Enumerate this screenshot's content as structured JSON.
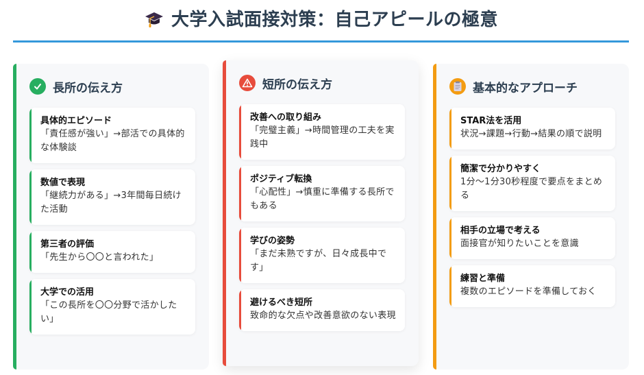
{
  "header": {
    "icon": "graduation-cap-icon",
    "title": "大学入試面接対策：自己アピールの極意"
  },
  "colors": {
    "header_rule": "#3498db",
    "strengths_accent": "#27ae60",
    "weaknesses_accent": "#e74c3c",
    "approach_accent": "#f39c12",
    "column_bg": "#f7f8fa",
    "card_bg": "#ffffff",
    "title_text": "#2c3e50"
  },
  "columns": [
    {
      "icon": "check-circle-icon",
      "title": "長所の伝え方",
      "cards": [
        {
          "title": "具体的エピソード",
          "desc": "「責任感が強い」→部活での具体的な体験談"
        },
        {
          "title": "数値で表現",
          "desc": "「継続力がある」→3年間毎日続けた活動"
        },
        {
          "title": "第三者の評価",
          "desc": "「先生から〇〇と言われた」"
        },
        {
          "title": "大学での活用",
          "desc": "「この長所を〇〇分野で活かしたい」"
        }
      ]
    },
    {
      "icon": "warning-icon",
      "title": "短所の伝え方",
      "cards": [
        {
          "title": "改善への取り組み",
          "desc": "「完璧主義」→時間管理の工夫を実践中"
        },
        {
          "title": "ポジティブ転換",
          "desc": "「心配性」→慎重に準備する長所でもある"
        },
        {
          "title": "学びの姿勢",
          "desc": "「まだ未熟ですが、日々成長中です」"
        },
        {
          "title": "避けるべき短所",
          "desc": "致命的な欠点や改善意欲のない表現"
        }
      ]
    },
    {
      "icon": "clipboard-icon",
      "title": "基本的なアプローチ",
      "cards": [
        {
          "title": "STAR法を活用",
          "desc": "状況→課題→行動→結果の順で説明"
        },
        {
          "title": "簡潔で分かりやすく",
          "desc": "1分〜1分30秒程度で要点をまとめる"
        },
        {
          "title": "相手の立場で考える",
          "desc": "面接官が知りたいことを意識"
        },
        {
          "title": "練習と準備",
          "desc": "複数のエピソードを準備しておく"
        }
      ]
    }
  ]
}
